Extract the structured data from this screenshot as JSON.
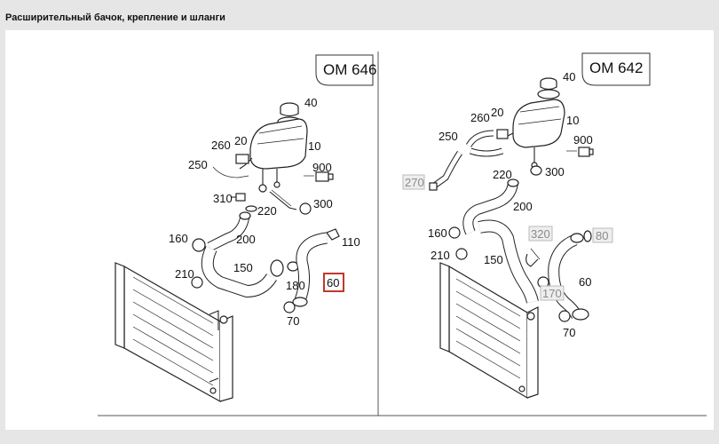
{
  "title": "Расширительный бачок, крепление и шланги",
  "colors": {
    "background": "#e6e6e6",
    "canvas": "#ffffff",
    "highlight": "#c0392b",
    "ghost": "#8a8a8a"
  },
  "left": {
    "engine": "OM 646",
    "labels": {
      "l40": "40",
      "l260": "260",
      "l20": "20",
      "l10": "10",
      "l250": "250",
      "l900": "900",
      "l310": "310",
      "l220": "220",
      "l300": "300",
      "l160": "160",
      "l200": "200",
      "l110": "110",
      "l150": "150",
      "l210": "210",
      "l180": "180",
      "l60": "60",
      "l70": "70"
    },
    "selected": "60"
  },
  "right": {
    "engine": "OM 642",
    "labels": {
      "r40": "40",
      "r260": "260",
      "r20": "20",
      "r10": "10",
      "r250": "250",
      "r900": "900",
      "r220": "220",
      "r300": "300",
      "r270": "270",
      "r200": "200",
      "r160": "160",
      "r320": "320",
      "r80": "80",
      "r210": "210",
      "r150": "150",
      "r60": "60",
      "r170": "170",
      "r70": "70"
    },
    "ghosted": [
      "270",
      "320",
      "80",
      "170"
    ]
  }
}
